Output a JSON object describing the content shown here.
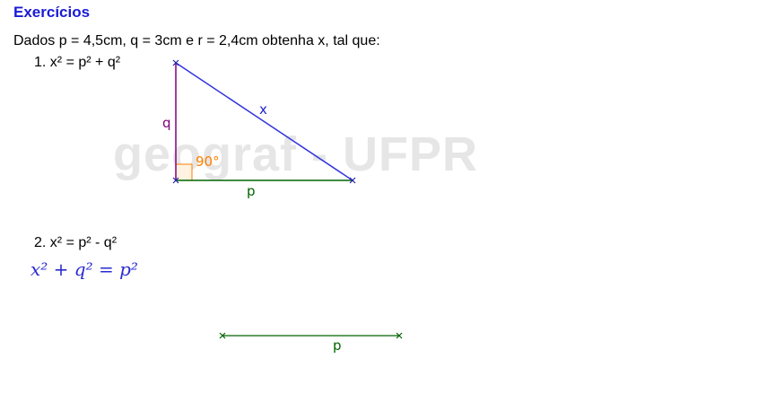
{
  "page": {
    "title": "Exercícios",
    "statement": "Dados p = 4,5cm, q = 3cm e r = 2,4cm obtenha x, tal que:",
    "item1": "1. x² = p² + q²",
    "item2": "2. x² = p² - q²",
    "formula": "x² + q² = p²"
  },
  "watermark": "geograf - UFPR",
  "figure1": {
    "label_q": "q",
    "label_x": "x",
    "label_p": "p",
    "angle_label": "90°"
  },
  "figure2": {
    "label_p": "p"
  },
  "colors": {
    "title": "#1a1ad6",
    "hypotenuse": "#3333dd",
    "leg_q": "#800080",
    "leg_p": "#006400",
    "angle": "#ff8000",
    "watermark": "#e6e6e6"
  }
}
